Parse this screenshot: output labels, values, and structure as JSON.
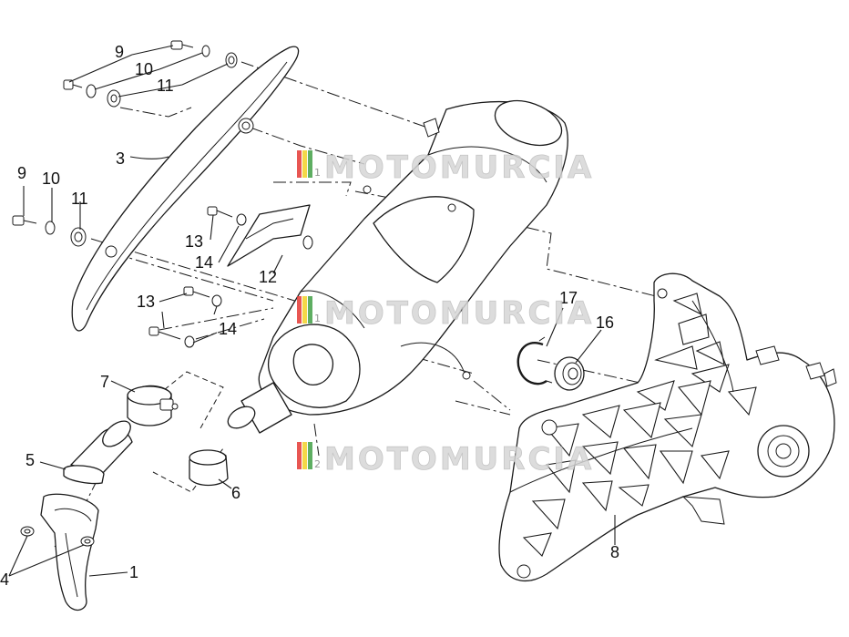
{
  "watermark": {
    "text": "MOTOMURCIA",
    "stripe_colors": [
      "#e53935",
      "#f3d22a",
      "#43a047"
    ],
    "instances": [
      {
        "num": "1"
      },
      {
        "num": "1"
      },
      {
        "num": "2"
      }
    ]
  },
  "callouts": [
    {
      "id": "9a",
      "label": "9"
    },
    {
      "id": "10a",
      "label": "10"
    },
    {
      "id": "11a",
      "label": "11"
    },
    {
      "id": "3",
      "label": "3"
    },
    {
      "id": "9b",
      "label": "9"
    },
    {
      "id": "10b",
      "label": "10"
    },
    {
      "id": "11b",
      "label": "11"
    },
    {
      "id": "13a",
      "label": "13"
    },
    {
      "id": "14a",
      "label": "14"
    },
    {
      "id": "12",
      "label": "12"
    },
    {
      "id": "13b",
      "label": "13"
    },
    {
      "id": "14b",
      "label": "14"
    },
    {
      "id": "17",
      "label": "17"
    },
    {
      "id": "16",
      "label": "16"
    },
    {
      "id": "7",
      "label": "7"
    },
    {
      "id": "5",
      "label": "5"
    },
    {
      "id": "6",
      "label": "6"
    },
    {
      "id": "4",
      "label": "4"
    },
    {
      "id": "1",
      "label": "1"
    },
    {
      "id": "8",
      "label": "8"
    }
  ]
}
